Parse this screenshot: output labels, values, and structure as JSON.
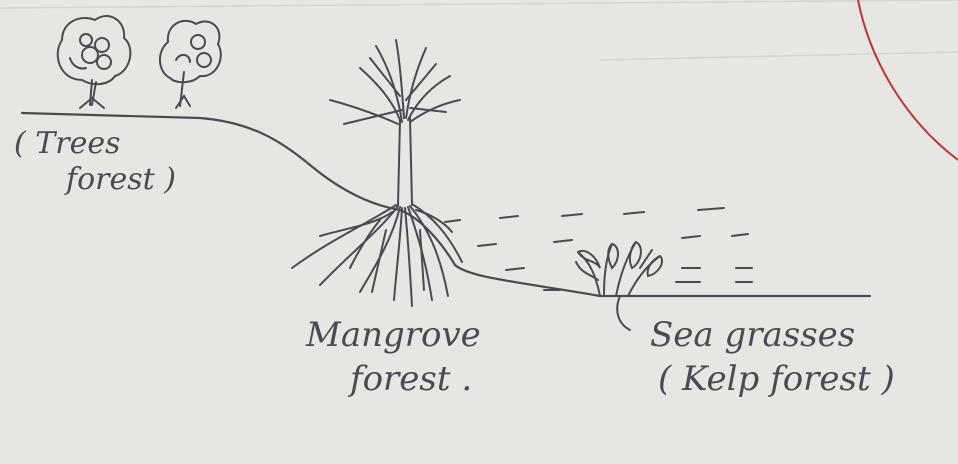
{
  "labels": {
    "trees_forest": {
      "line1": "( Trees",
      "line2": "forest )"
    },
    "mangrove_forest": {
      "line1": "Mangrove",
      "line2": "forest ."
    },
    "sea_grasses": {
      "line1": "Sea grasses",
      "line2": "( Kelp forest )"
    }
  },
  "colors": {
    "paper": "#e6e6e2",
    "ink": "#4a4a55",
    "red_margin": "#c0342f"
  }
}
